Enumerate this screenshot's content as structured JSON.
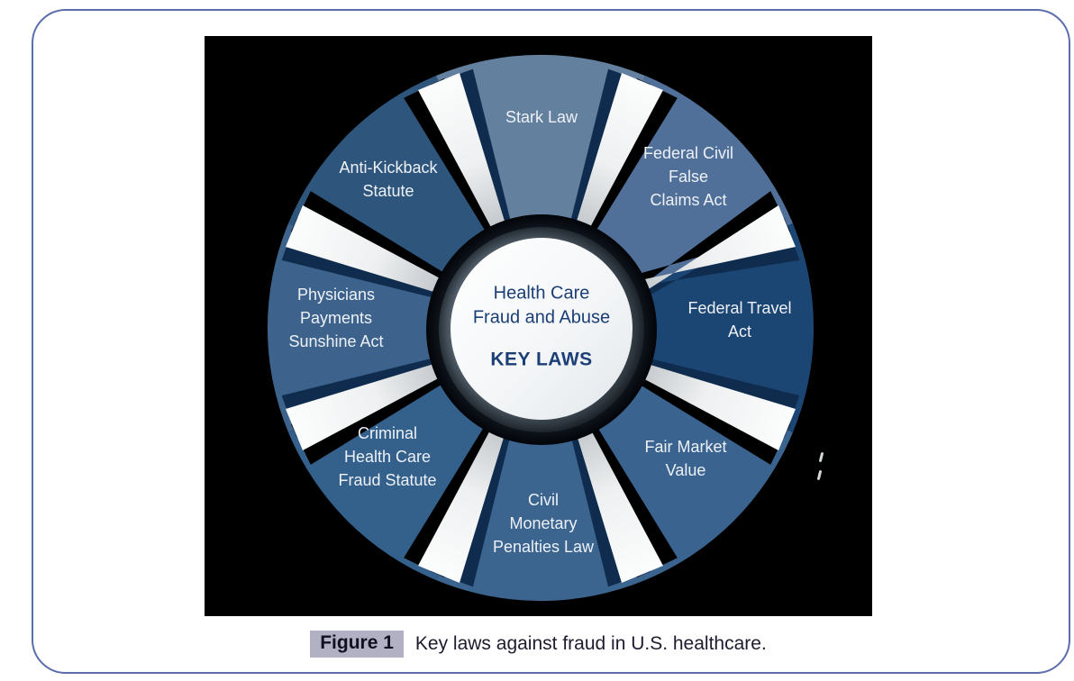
{
  "page": {
    "border_color": "#5b6dab",
    "background_color": "#ffffff"
  },
  "figure": {
    "background_color": "#000000",
    "center": {
      "line1": "Health Care",
      "line2": "Fraud and Abuse",
      "key_laws": "KEY LAWS",
      "text_color": "#1a3e75",
      "circle_color": "#f7f9fa"
    },
    "wheel": {
      "label_color": "#edf1f6",
      "separator_color": "#e9ecee",
      "segments": [
        {
          "id": "stark-law",
          "label": "Stark Law",
          "lines": [
            "Stark Law"
          ],
          "color": "#64809f"
        },
        {
          "id": "federal-civil-false-claims-act",
          "label": "Federal Civil False Claims Act",
          "lines": [
            "Federal Civil",
            "False",
            "Claims Act"
          ],
          "color": "#50709a"
        },
        {
          "id": "federal-travel-act",
          "label": "Federal Travel Act",
          "lines": [
            "Federal Travel",
            "Act"
          ],
          "color": "#1b4573"
        },
        {
          "id": "fair-market-value",
          "label": "Fair Market Value",
          "lines": [
            "Fair Market",
            "Value"
          ],
          "color": "#3a648f"
        },
        {
          "id": "civil-monetary-penalties-law",
          "label": "Civil Monetary Penalties Law",
          "lines": [
            "Civil",
            "Monetary",
            "Penalties Law"
          ],
          "color": "#3b648f"
        },
        {
          "id": "criminal-health-care-fraud-statute",
          "label": "Criminal Health Care Fraud Statute",
          "lines": [
            "Criminal",
            "Health Care",
            "Fraud Statute"
          ],
          "color": "#34608c"
        },
        {
          "id": "physicians-payments-sunshine-act",
          "label": "Physicians Payments Sunshine Act",
          "lines": [
            "Physicians",
            "Payments",
            "Sunshine Act"
          ],
          "color": "#3d638c"
        },
        {
          "id": "anti-kickback-statute",
          "label": "Anti-Kickback Statute",
          "lines": [
            "Anti-Kickback",
            "Statute"
          ],
          "color": "#2e567c"
        }
      ]
    }
  },
  "caption": {
    "tag": "Figure 1",
    "tag_background": "#b2b1c3",
    "text": "Key laws against fraud in U.S. healthcare."
  }
}
